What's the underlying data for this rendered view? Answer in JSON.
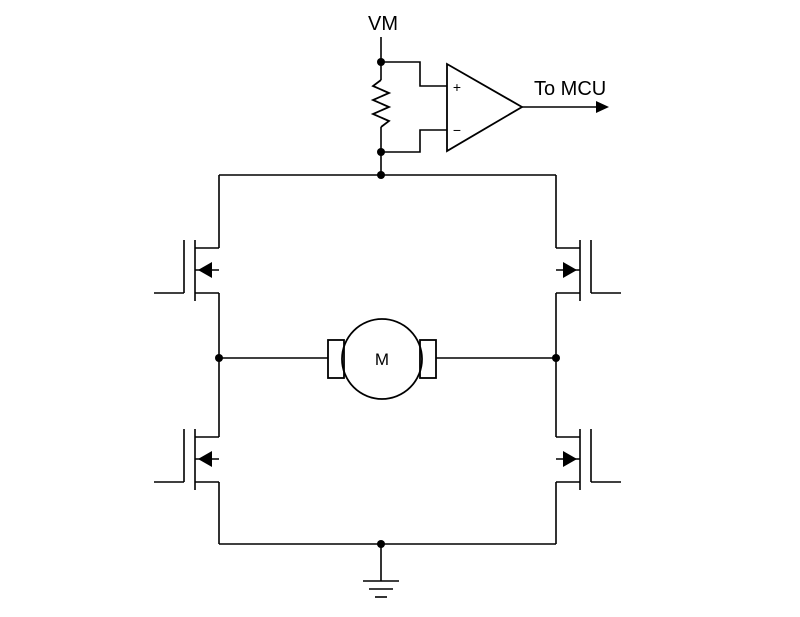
{
  "schematic": {
    "supply_label": "VM",
    "output_label": "To MCU",
    "amp_plus": "+",
    "amp_minus": "−",
    "motor_label": "M"
  },
  "components": [
    "supply-vm",
    "sense-resistor",
    "comparator",
    "mosfet-high-left",
    "mosfet-high-right",
    "mosfet-low-left",
    "mosfet-low-right",
    "dc-motor",
    "ground"
  ]
}
